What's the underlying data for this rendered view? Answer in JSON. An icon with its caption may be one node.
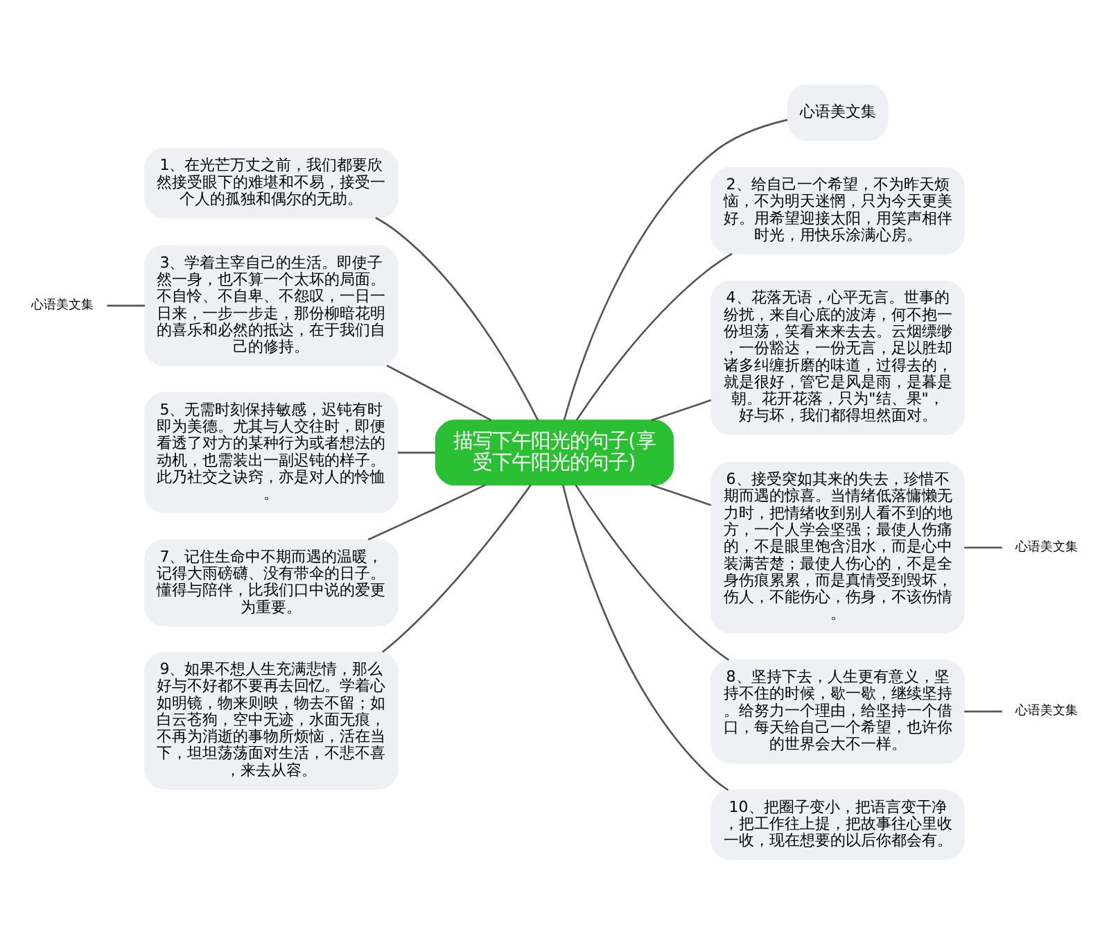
{
  "diagram": {
    "nodes": [
      {
        "text": [
          "描写下午阳光的句子(享受下午阳光的句子)"
        ]
      },
      {
        "text": [
          "1、在光芒万丈之前，我们都要欣然接受眼下的难堪和不易，接受一个人的孤独和偶尔的无助。"
        ]
      },
      {
        "text": [
          "心语美文集"
        ]
      },
      {
        "text": [
          "3、学着主宰自己的生活。即使子然一身，也不算一个太坏的局面。不自怜、不自卑、不怨叹，一日一日来，一步一步走，那份柳暗花明的喜乐和必然的抵达，在于我们自己的修持。"
        ]
      },
      {
        "text": [
          "5、无需时刻保持敏感，迟钝有时即为美德。尤其与人交往时，即便看透了对方的某种行为或者想法的动机，也需装出一副迟钝的样子。此乃社交之诀窍，亦是对人的怜恤。"
        ]
      },
      {
        "text": [
          "7、记住生命中不期而遇的温暖，记得大雨磅礴、没有带伞的日子。懂得与陪伴，比我们口中说的爱更为重要。"
        ]
      },
      {
        "text": [
          "9、如果不想人生充满悲情，那么好与不好都不要再去回忆。学着心如明镜，物来则映，物去不留；如白云苍狗，空中无迹，水面无痕，不再为消逝的事物所烦恼，活在当下，坦坦荡荡面对生活，不悲不喜，来去从容。"
        ]
      },
      {
        "text": [
          "心语美文集"
        ]
      },
      {
        "text": [
          "2、给自己一个希望，不为昨天烦恼，不为明天迷惘，只为今天更美好。用希望迎接太阳，用笑声相伴时光，用快乐涂满心房。"
        ]
      },
      {
        "text": [
          "4、花落无语，心平无言。世事的纷扰，来自心底的波涛，何不抱一份坦荡，笑看来来去去。云烟缥缈，一份豁达，一份无言，足以胜却诸多纠缠折磨的味道，过得去的，就是很好，管它是风是雨，是暮是朝。花开花落，只为\"结、果\"，好与坏，我们都得坦然面对。"
        ]
      },
      {
        "text": [
          "6、接受突如其来的失去，珍惜不期而遇的惊喜。当情绪低落慵懒无力时，把情绪收到别人看不到的地方，一个人学会坚强；最使人伤痛的，不是眼里饱含泪水，而是心中装满苦楚；最使人伤心的，不是全身伤痕累累，而是真情受到毁坏，伤人，不能伤心，伤身，不该伤情。"
        ]
      },
      {
        "text": [
          "心语美文集"
        ]
      },
      {
        "text": [
          "8、坚持下去，人生更有意义，坚持不住的时候，歇一歇，继续坚持。给努力一个理由，给坚持一个借口，每天给自己一个希望，也许你的世界会大不一样。"
        ]
      },
      {
        "text": [
          "心语美文集"
        ]
      },
      {
        "text": [
          "10、把圈子变小，把语言变干净，把工作往上提，把故事往心里收一收，现在想要的以后你都会有。"
        ]
      }
    ],
    "edges": [
      {
        "from": 1,
        "to": 0,
        "arrow": "none"
      },
      {
        "from": 3,
        "to": 0,
        "arrow": "none"
      },
      {
        "from": 4,
        "to": 0,
        "arrow": "none"
      },
      {
        "from": 5,
        "to": 0,
        "arrow": "none"
      },
      {
        "from": 6,
        "to": 0,
        "arrow": "none"
      },
      {
        "from": 7,
        "to": 3,
        "arrow": "none"
      },
      {
        "from": 0,
        "to": 2,
        "arrow": "none"
      },
      {
        "from": 0,
        "to": 8,
        "arrow": "none"
      },
      {
        "from": 0,
        "to": 9,
        "arrow": "none"
      },
      {
        "from": 0,
        "to": 10,
        "arrow": "none"
      },
      {
        "from": 0,
        "to": 12,
        "arrow": "none"
      },
      {
        "from": 0,
        "to": 14,
        "arrow": "none"
      },
      {
        "from": 10,
        "to": 11,
        "arrow": "none"
      },
      {
        "from": 12,
        "to": 13,
        "arrow": "none"
      }
    ]
  }
}
